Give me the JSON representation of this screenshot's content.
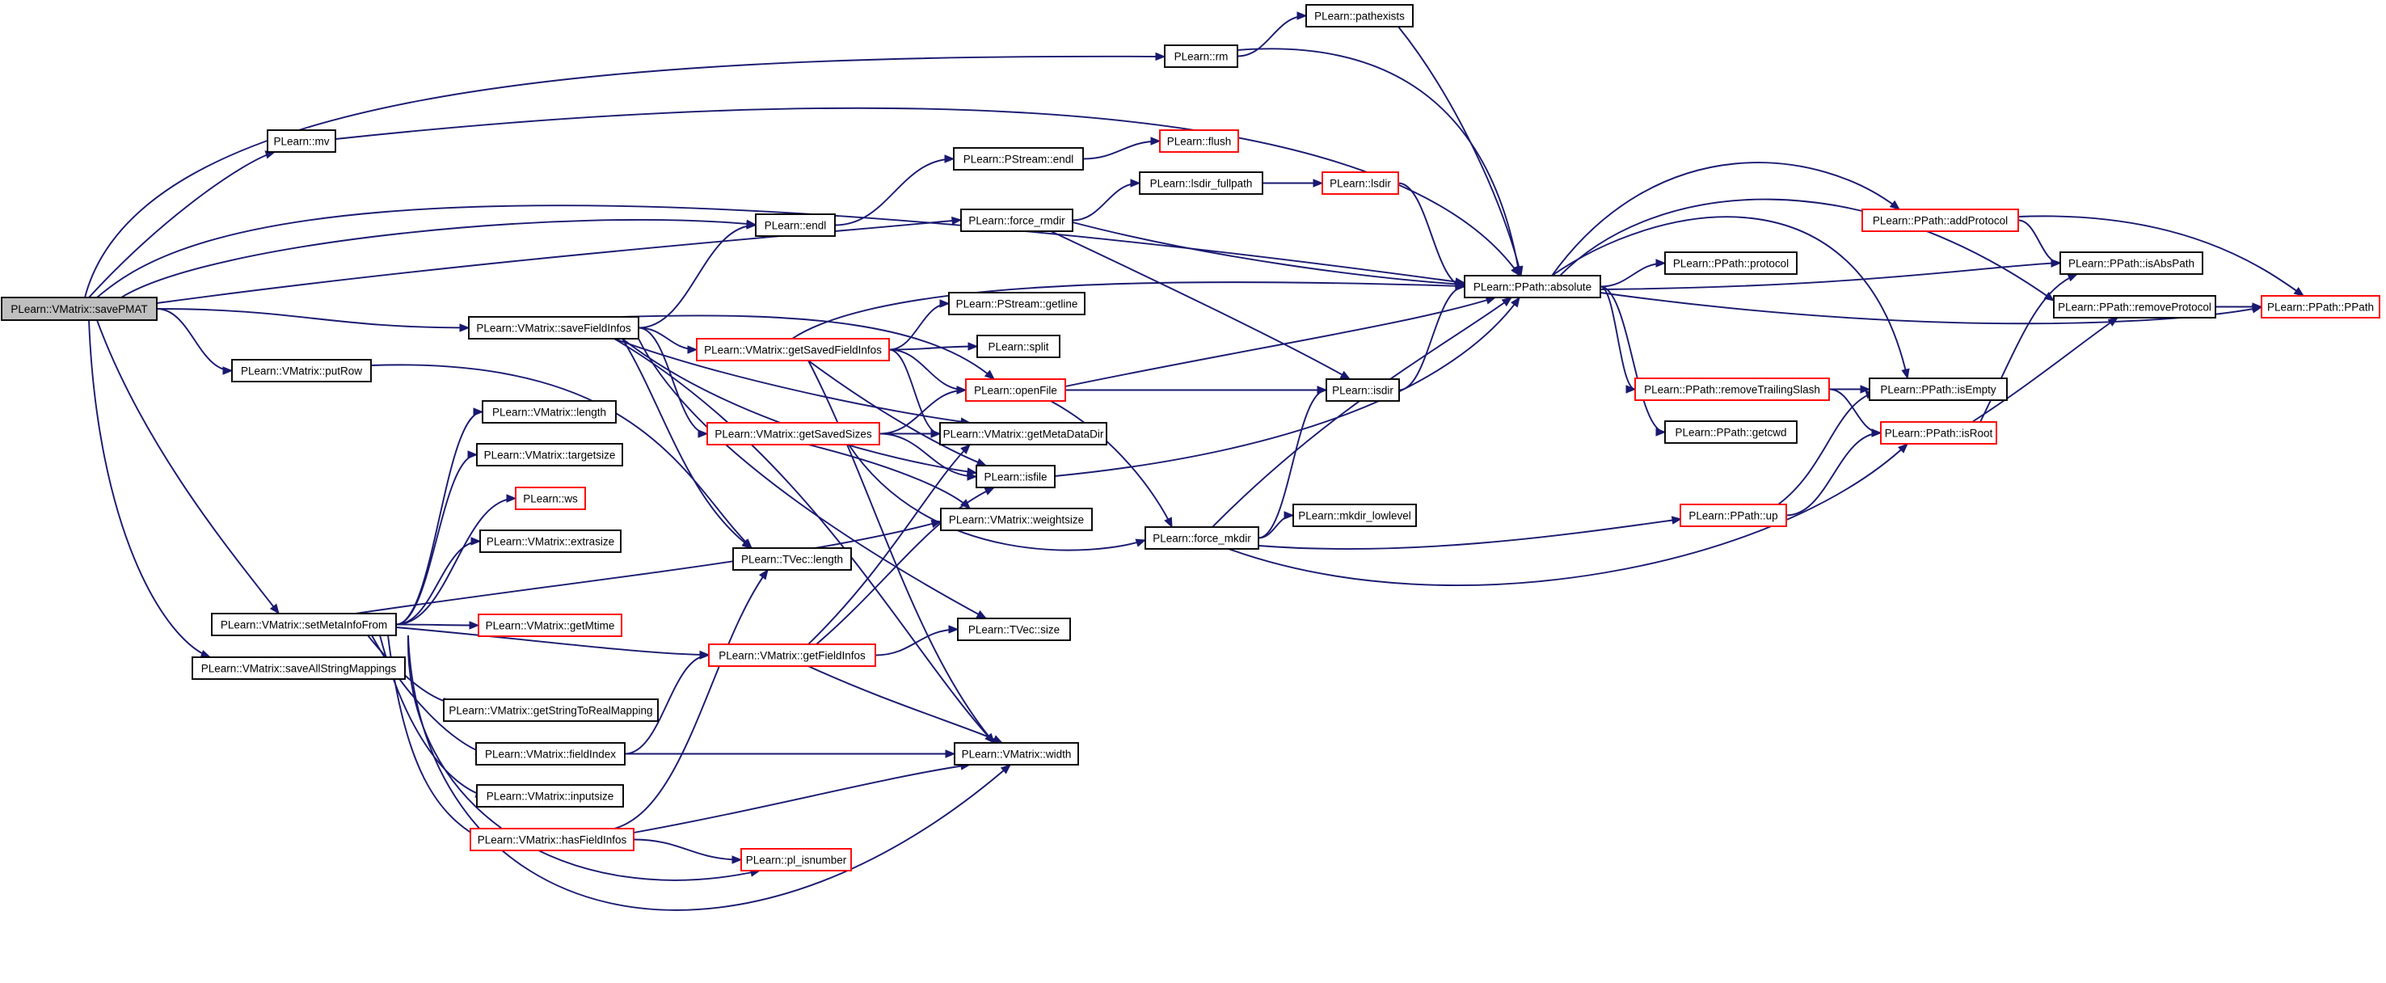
{
  "graph": {
    "root": "PLearn::VMatrix::savePMAT",
    "colors": {
      "edge": "#191970",
      "root_fill": "#bfbfbf",
      "node_fill": "#ffffff",
      "border_default": "#000000",
      "border_truncated": "#ff0000"
    },
    "nodes": [
      {
        "id": "savePMAT",
        "label": "PLearn::VMatrix::savePMAT",
        "kind": "root"
      },
      {
        "id": "mv",
        "label": "PLearn::mv",
        "kind": "normal"
      },
      {
        "id": "rm",
        "label": "PLearn::rm",
        "kind": "normal"
      },
      {
        "id": "pathexists",
        "label": "PLearn::pathexists",
        "kind": "normal"
      },
      {
        "id": "absolute",
        "label": "PLearn::PPath::absolute",
        "kind": "normal"
      },
      {
        "id": "pstream_endl",
        "label": "PLearn::PStream::endl",
        "kind": "normal"
      },
      {
        "id": "flush",
        "label": "PLearn::flush",
        "kind": "truncated"
      },
      {
        "id": "endl",
        "label": "PLearn::endl",
        "kind": "normal"
      },
      {
        "id": "force_rmdir",
        "label": "PLearn::force_rmdir",
        "kind": "normal"
      },
      {
        "id": "lsdir_fullpath",
        "label": "PLearn::lsdir_fullpath",
        "kind": "normal"
      },
      {
        "id": "lsdir",
        "label": "PLearn::lsdir",
        "kind": "truncated"
      },
      {
        "id": "saveFieldInfos",
        "label": "PLearn::VMatrix::saveFieldInfos",
        "kind": "normal"
      },
      {
        "id": "getSavedFieldInfos",
        "label": "PLearn::VMatrix::getSavedFieldInfos",
        "kind": "truncated"
      },
      {
        "id": "getline",
        "label": "PLearn::PStream::getline",
        "kind": "normal"
      },
      {
        "id": "split",
        "label": "PLearn::split",
        "kind": "normal"
      },
      {
        "id": "openFile",
        "label": "PLearn::openFile",
        "kind": "truncated"
      },
      {
        "id": "isdir",
        "label": "PLearn::isdir",
        "kind": "normal"
      },
      {
        "id": "putRow",
        "label": "PLearn::VMatrix::putRow",
        "kind": "normal"
      },
      {
        "id": "getSavedSizes",
        "label": "PLearn::VMatrix::getSavedSizes",
        "kind": "truncated"
      },
      {
        "id": "getMetaDataDir",
        "label": "PLearn::VMatrix::getMetaDataDir",
        "kind": "normal"
      },
      {
        "id": "isfile",
        "label": "PLearn::isfile",
        "kind": "normal"
      },
      {
        "id": "weightsize",
        "label": "PLearn::VMatrix::weightsize",
        "kind": "normal"
      },
      {
        "id": "length",
        "label": "PLearn::VMatrix::length",
        "kind": "normal"
      },
      {
        "id": "targetsize",
        "label": "PLearn::VMatrix::targetsize",
        "kind": "normal"
      },
      {
        "id": "ws",
        "label": "PLearn::ws",
        "kind": "truncated"
      },
      {
        "id": "extrasize",
        "label": "PLearn::VMatrix::extrasize",
        "kind": "normal"
      },
      {
        "id": "tvec_length",
        "label": "PLearn::TVec::length",
        "kind": "normal"
      },
      {
        "id": "setMetaInfoFrom",
        "label": "PLearn::VMatrix::setMetaInfoFrom",
        "kind": "normal"
      },
      {
        "id": "getMtime",
        "label": "PLearn::VMatrix::getMtime",
        "kind": "truncated"
      },
      {
        "id": "saveAllStringMappings",
        "label": "PLearn::VMatrix::saveAllStringMappings",
        "kind": "normal"
      },
      {
        "id": "getFieldInfos",
        "label": "PLearn::VMatrix::getFieldInfos",
        "kind": "truncated"
      },
      {
        "id": "tvec_size",
        "label": "PLearn::TVec::size",
        "kind": "normal"
      },
      {
        "id": "getStringToRealMapping",
        "label": "PLearn::VMatrix::getStringToRealMapping",
        "kind": "normal"
      },
      {
        "id": "fieldIndex",
        "label": "PLearn::VMatrix::fieldIndex",
        "kind": "normal"
      },
      {
        "id": "width",
        "label": "PLearn::VMatrix::width",
        "kind": "normal"
      },
      {
        "id": "inputsize",
        "label": "PLearn::VMatrix::inputsize",
        "kind": "normal"
      },
      {
        "id": "hasFieldInfos",
        "label": "PLearn::VMatrix::hasFieldInfos",
        "kind": "truncated"
      },
      {
        "id": "pl_isnumber",
        "label": "PLearn::pl_isnumber",
        "kind": "truncated"
      },
      {
        "id": "force_mkdir",
        "label": "PLearn::force_mkdir",
        "kind": "normal"
      },
      {
        "id": "mkdir_lowlevel",
        "label": "PLearn::mkdir_lowlevel",
        "kind": "normal"
      },
      {
        "id": "protocol",
        "label": "PLearn::PPath::protocol",
        "kind": "normal"
      },
      {
        "id": "removeTrailingSlash",
        "label": "PLearn::PPath::removeTrailingSlash",
        "kind": "truncated"
      },
      {
        "id": "getcwd",
        "label": "PLearn::PPath::getcwd",
        "kind": "normal"
      },
      {
        "id": "up",
        "label": "PLearn::PPath::up",
        "kind": "truncated"
      },
      {
        "id": "addProtocol",
        "label": "PLearn::PPath::addProtocol",
        "kind": "truncated"
      },
      {
        "id": "isAbsPath",
        "label": "PLearn::PPath::isAbsPath",
        "kind": "normal"
      },
      {
        "id": "removeProtocol",
        "label": "PLearn::PPath::removeProtocol",
        "kind": "normal"
      },
      {
        "id": "isEmpty",
        "label": "PLearn::PPath::isEmpty",
        "kind": "normal"
      },
      {
        "id": "isRoot",
        "label": "PLearn::PPath::isRoot",
        "kind": "truncated"
      },
      {
        "id": "ppath",
        "label": "PLearn::PPath::PPath",
        "kind": "truncated"
      }
    ],
    "edges": [
      [
        "savePMAT",
        "rm"
      ],
      [
        "savePMAT",
        "mv"
      ],
      [
        "savePMAT",
        "absolute"
      ],
      [
        "savePMAT",
        "endl"
      ],
      [
        "savePMAT",
        "force_rmdir"
      ],
      [
        "savePMAT",
        "saveFieldInfos"
      ],
      [
        "savePMAT",
        "putRow"
      ],
      [
        "savePMAT",
        "setMetaInfoFrom"
      ],
      [
        "savePMAT",
        "saveAllStringMappings"
      ],
      [
        "rm",
        "pathexists"
      ],
      [
        "rm",
        "absolute"
      ],
      [
        "pathexists",
        "absolute"
      ],
      [
        "mv",
        "absolute"
      ],
      [
        "endl",
        "pstream_endl"
      ],
      [
        "pstream_endl",
        "flush"
      ],
      [
        "force_rmdir",
        "lsdir_fullpath"
      ],
      [
        "force_rmdir",
        "absolute"
      ],
      [
        "force_rmdir",
        "isdir"
      ],
      [
        "lsdir_fullpath",
        "lsdir"
      ],
      [
        "lsdir",
        "absolute"
      ],
      [
        "saveFieldInfos",
        "endl"
      ],
      [
        "saveFieldInfos",
        "getSavedFieldInfos"
      ],
      [
        "saveFieldInfos",
        "openFile"
      ],
      [
        "saveFieldInfos",
        "getSavedSizes"
      ],
      [
        "saveFieldInfos",
        "getMetaDataDir"
      ],
      [
        "saveFieldInfos",
        "isfile"
      ],
      [
        "saveFieldInfos",
        "tvec_length"
      ],
      [
        "saveFieldInfos",
        "tvec_size"
      ],
      [
        "saveFieldInfos",
        "width"
      ],
      [
        "getSavedFieldInfos",
        "absolute"
      ],
      [
        "getSavedFieldInfos",
        "getline"
      ],
      [
        "getSavedFieldInfos",
        "split"
      ],
      [
        "getSavedFieldInfos",
        "openFile"
      ],
      [
        "getSavedFieldInfos",
        "getMetaDataDir"
      ],
      [
        "getSavedFieldInfos",
        "isfile"
      ],
      [
        "getSavedFieldInfos",
        "width"
      ],
      [
        "openFile",
        "isdir"
      ],
      [
        "openFile",
        "absolute"
      ],
      [
        "openFile",
        "force_mkdir"
      ],
      [
        "isdir",
        "absolute"
      ],
      [
        "putRow",
        "tvec_length"
      ],
      [
        "getSavedSizes",
        "openFile"
      ],
      [
        "getSavedSizes",
        "getMetaDataDir"
      ],
      [
        "getSavedSizes",
        "isfile"
      ],
      [
        "getSavedSizes",
        "weightsize"
      ],
      [
        "getSavedSizes",
        "force_mkdir"
      ],
      [
        "isfile",
        "absolute"
      ],
      [
        "setMetaInfoFrom",
        "length"
      ],
      [
        "setMetaInfoFrom",
        "targetsize"
      ],
      [
        "setMetaInfoFrom",
        "ws"
      ],
      [
        "setMetaInfoFrom",
        "extrasize"
      ],
      [
        "setMetaInfoFrom",
        "getMtime"
      ],
      [
        "setMetaInfoFrom",
        "getFieldInfos"
      ],
      [
        "setMetaInfoFrom",
        "getStringToRealMapping"
      ],
      [
        "setMetaInfoFrom",
        "fieldIndex"
      ],
      [
        "setMetaInfoFrom",
        "inputsize"
      ],
      [
        "setMetaInfoFrom",
        "hasFieldInfos"
      ],
      [
        "setMetaInfoFrom",
        "pl_isnumber"
      ],
      [
        "setMetaInfoFrom",
        "width"
      ],
      [
        "setMetaInfoFrom",
        "weightsize"
      ],
      [
        "getFieldInfos",
        "tvec_size"
      ],
      [
        "getFieldInfos",
        "width"
      ],
      [
        "getFieldInfos",
        "getMetaDataDir"
      ],
      [
        "getFieldInfos",
        "isfile"
      ],
      [
        "fieldIndex",
        "getFieldInfos"
      ],
      [
        "fieldIndex",
        "width"
      ],
      [
        "hasFieldInfos",
        "tvec_length"
      ],
      [
        "hasFieldInfos",
        "width"
      ],
      [
        "hasFieldInfos",
        "pl_isnumber"
      ],
      [
        "force_mkdir",
        "isdir"
      ],
      [
        "force_mkdir",
        "mkdir_lowlevel"
      ],
      [
        "force_mkdir",
        "absolute"
      ],
      [
        "force_mkdir",
        "up"
      ],
      [
        "force_mkdir",
        "isRoot"
      ],
      [
        "absolute",
        "addProtocol"
      ],
      [
        "absolute",
        "protocol"
      ],
      [
        "absolute",
        "isAbsPath"
      ],
      [
        "absolute",
        "removeProtocol"
      ],
      [
        "absolute",
        "isEmpty"
      ],
      [
        "absolute",
        "removeTrailingSlash"
      ],
      [
        "absolute",
        "getcwd"
      ],
      [
        "absolute",
        "ppath"
      ],
      [
        "removeTrailingSlash",
        "isEmpty"
      ],
      [
        "removeTrailingSlash",
        "isRoot"
      ],
      [
        "up",
        "isEmpty"
      ],
      [
        "up",
        "isRoot"
      ],
      [
        "addProtocol",
        "isAbsPath"
      ],
      [
        "addProtocol",
        "ppath"
      ],
      [
        "removeProtocol",
        "ppath"
      ],
      [
        "isRoot",
        "isAbsPath"
      ],
      [
        "isRoot",
        "removeProtocol"
      ]
    ]
  }
}
